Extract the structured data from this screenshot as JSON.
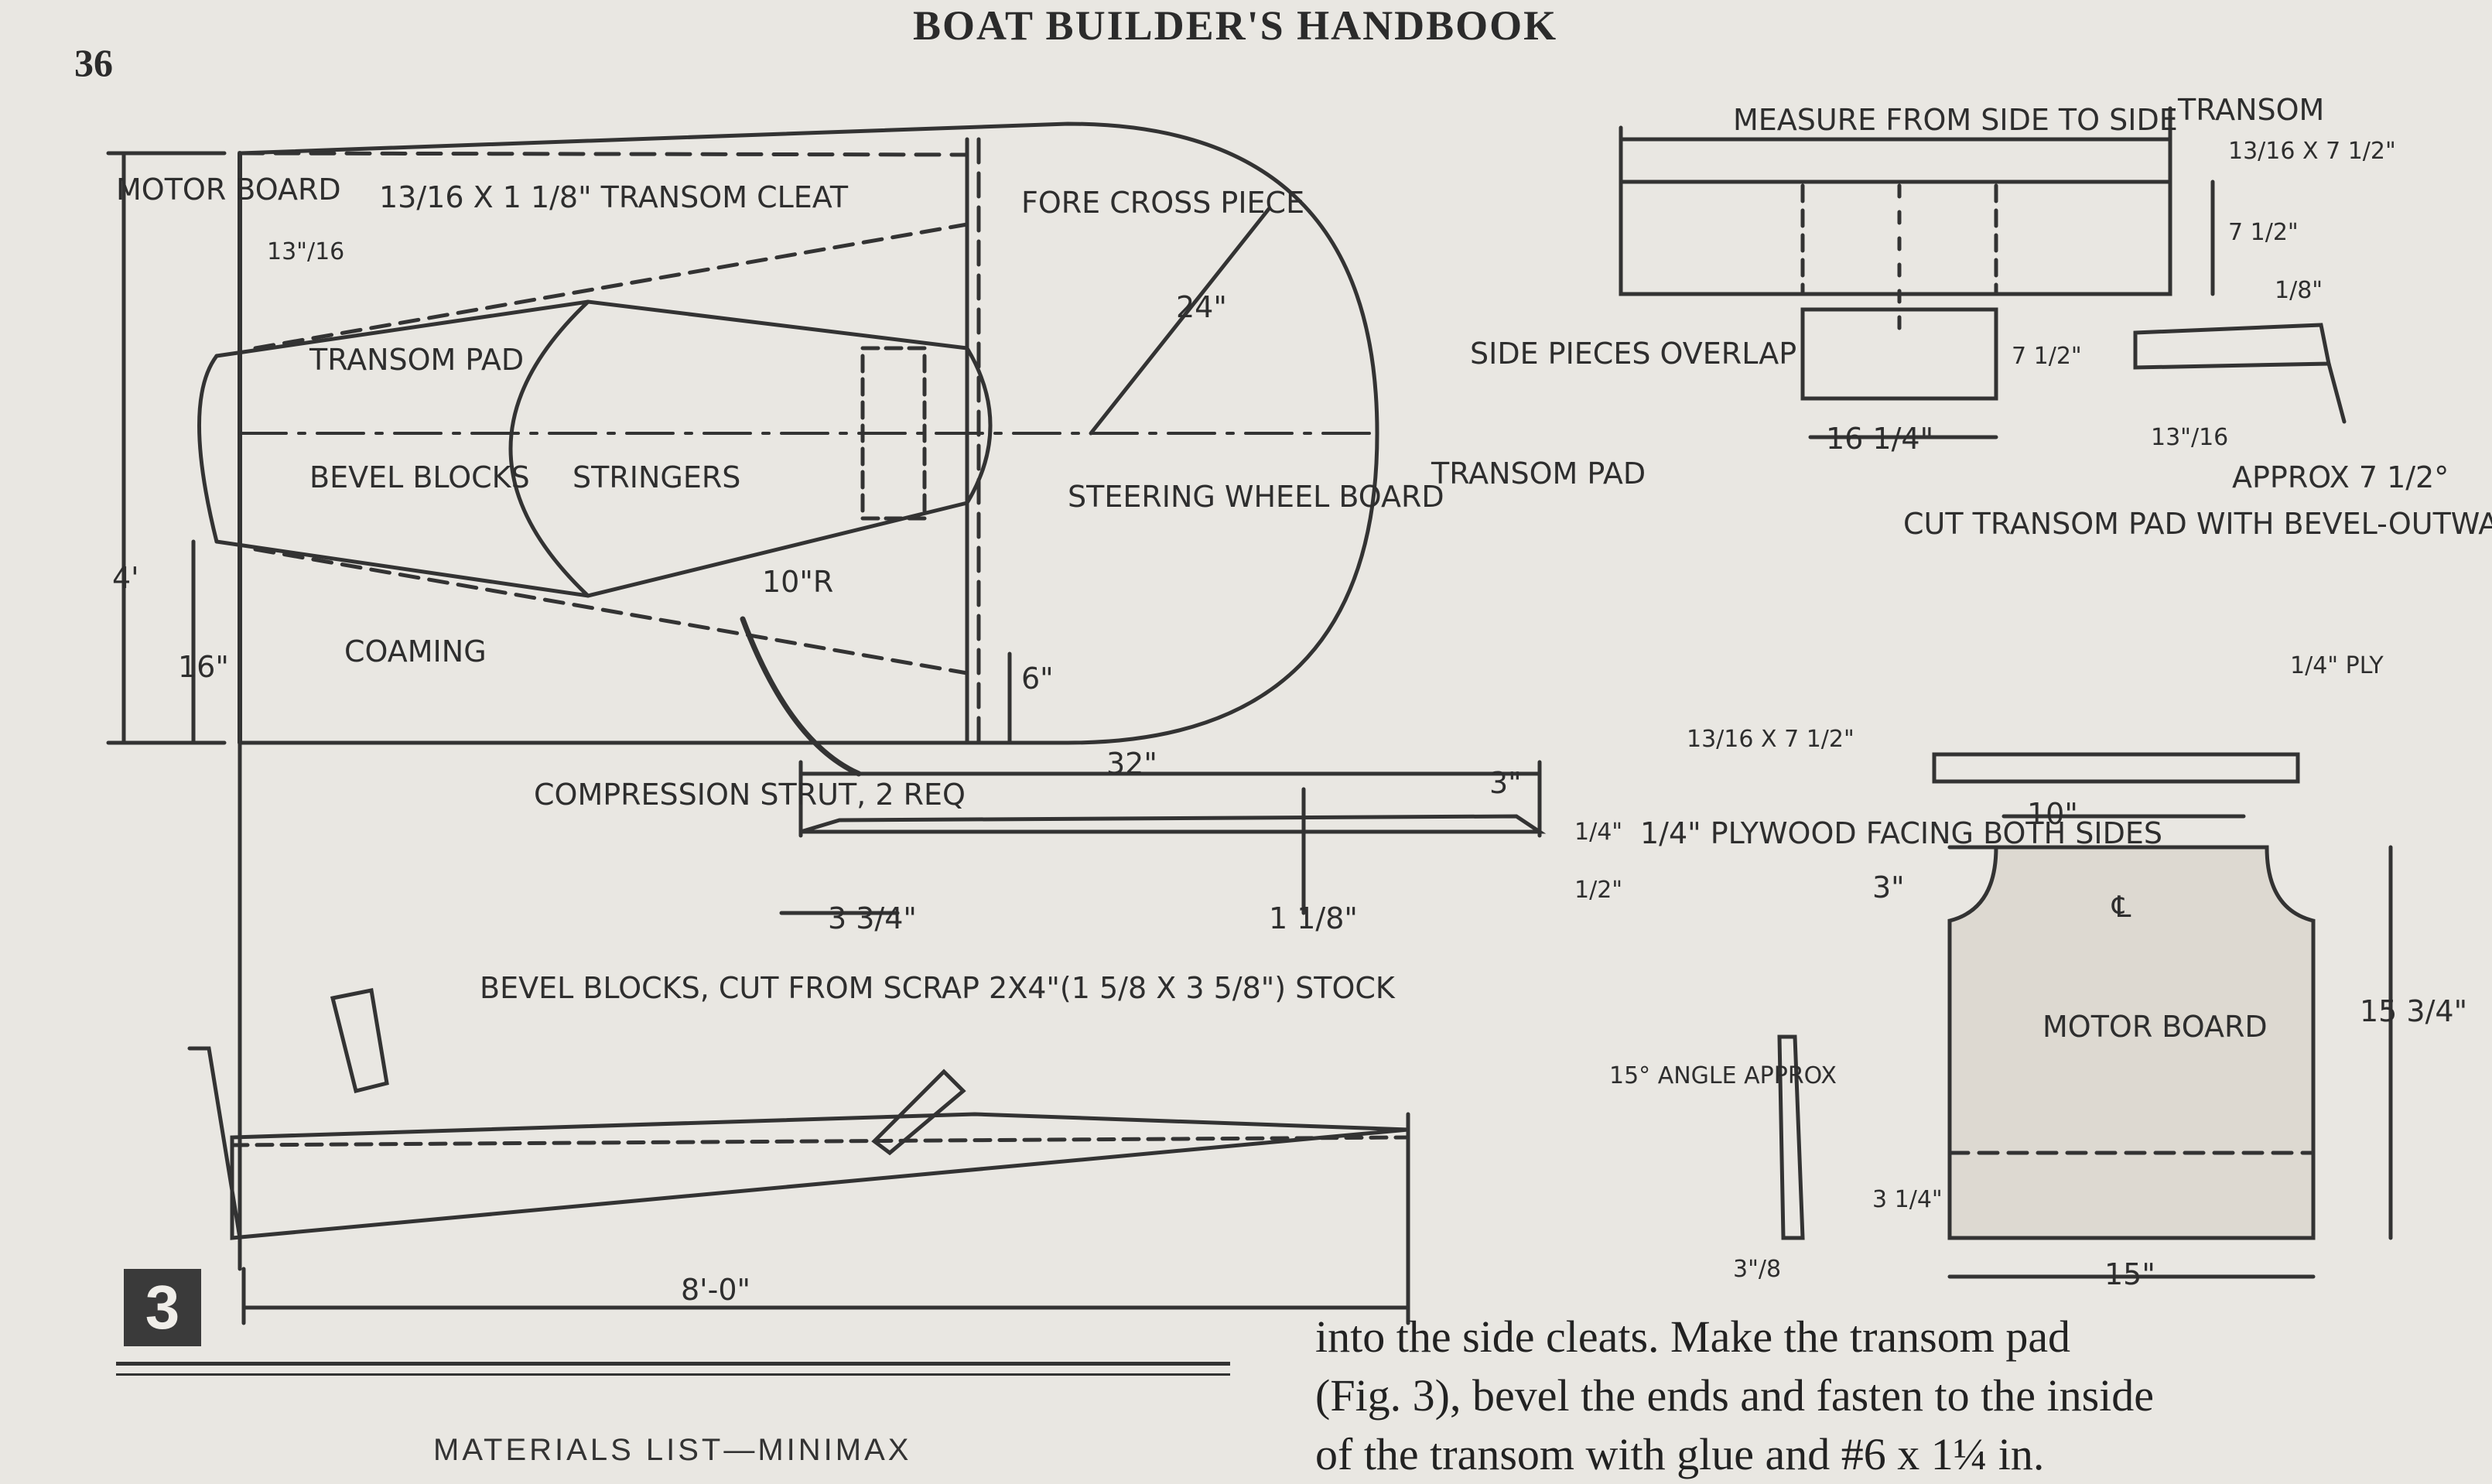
{
  "header": {
    "page_number": "36",
    "title": "BOAT BUILDER'S HANDBOOK"
  },
  "figure": {
    "number": "3",
    "labels": {
      "motor_board": "MOTOR BOARD",
      "transom_cleat": "13/16 X 1 1/8\" TRANSOM CLEAT",
      "thirteen_sixteenths": "13\"/16",
      "fore_cross_piece": "FORE CROSS PIECE",
      "twenty_four": "24\"",
      "transom_pad": "TRANSOM PAD",
      "bevel_blocks": "BEVEL BLOCKS",
      "stringers": "STRINGERS",
      "steering_wheel_board": "STEERING WHEEL BOARD",
      "ten_r": "10\"R",
      "four_ft": "4'",
      "sixteen": "16\"",
      "coaming": "COAMING",
      "six": "6\"",
      "compression_strut": "COMPRESSION STRUT, 2 REQ",
      "thirty_two": "32\"",
      "three": "3\"",
      "three_three_quarters": "3 3/4\"",
      "one_one_eighth": "1 1/8\"",
      "quarter": "1/4\"",
      "half": "1/2\"",
      "bevel_blocks_cut": "BEVEL BLOCKS, CUT FROM SCRAP 2X4\"(1 5/8 X 3 5/8\") STOCK",
      "eight_ft": "8'-0\"",
      "measure_side": "MEASURE FROM SIDE TO SIDE",
      "transom": "TRANSOM",
      "transom_dim": "13/16 X 7 1/2\"",
      "seven_half": "7 1/2\"",
      "one_eighth": "1/8\"",
      "side_pieces_overlap": "SIDE PIECES OVERLAP",
      "transom_pad_2": "TRANSOM PAD",
      "sixteen_quarter": "16 1/4\"",
      "seven_half_b": "7 1/2\"",
      "thirteen_sixteenths_b": "13\"/16",
      "approx": "APPROX 7 1/2°",
      "cut_transom_pad": "CUT TRANSOM PAD WITH BEVEL-OUTWARDS TOWARD FORE END",
      "quarter_ply": "1/4\" PLY",
      "thirteen_x_seven": "13/16 X 7 1/2\"",
      "plywood_facing": "1/4\" PLYWOOD FACING BOTH SIDES",
      "ten": "10\"",
      "three_b": "3\"",
      "centerline": "℄",
      "motor_board_2": "MOTOR BOARD",
      "fifteen_three_quarters": "15 3/4\"",
      "fifteen_deg": "15° ANGLE APPROX",
      "three_quarter": "3 1/4\"",
      "three_eighths": "3\"/8",
      "fifteen": "15\""
    }
  },
  "body_text": [
    "into the side cleats. Make the transom pad",
    "(Fig. 3), bevel the ends and fasten to the inside",
    "of the transom with glue and #6 x 1¼ in."
  ],
  "bottom_cut": "MATERIALS LIST—MINIMAX"
}
